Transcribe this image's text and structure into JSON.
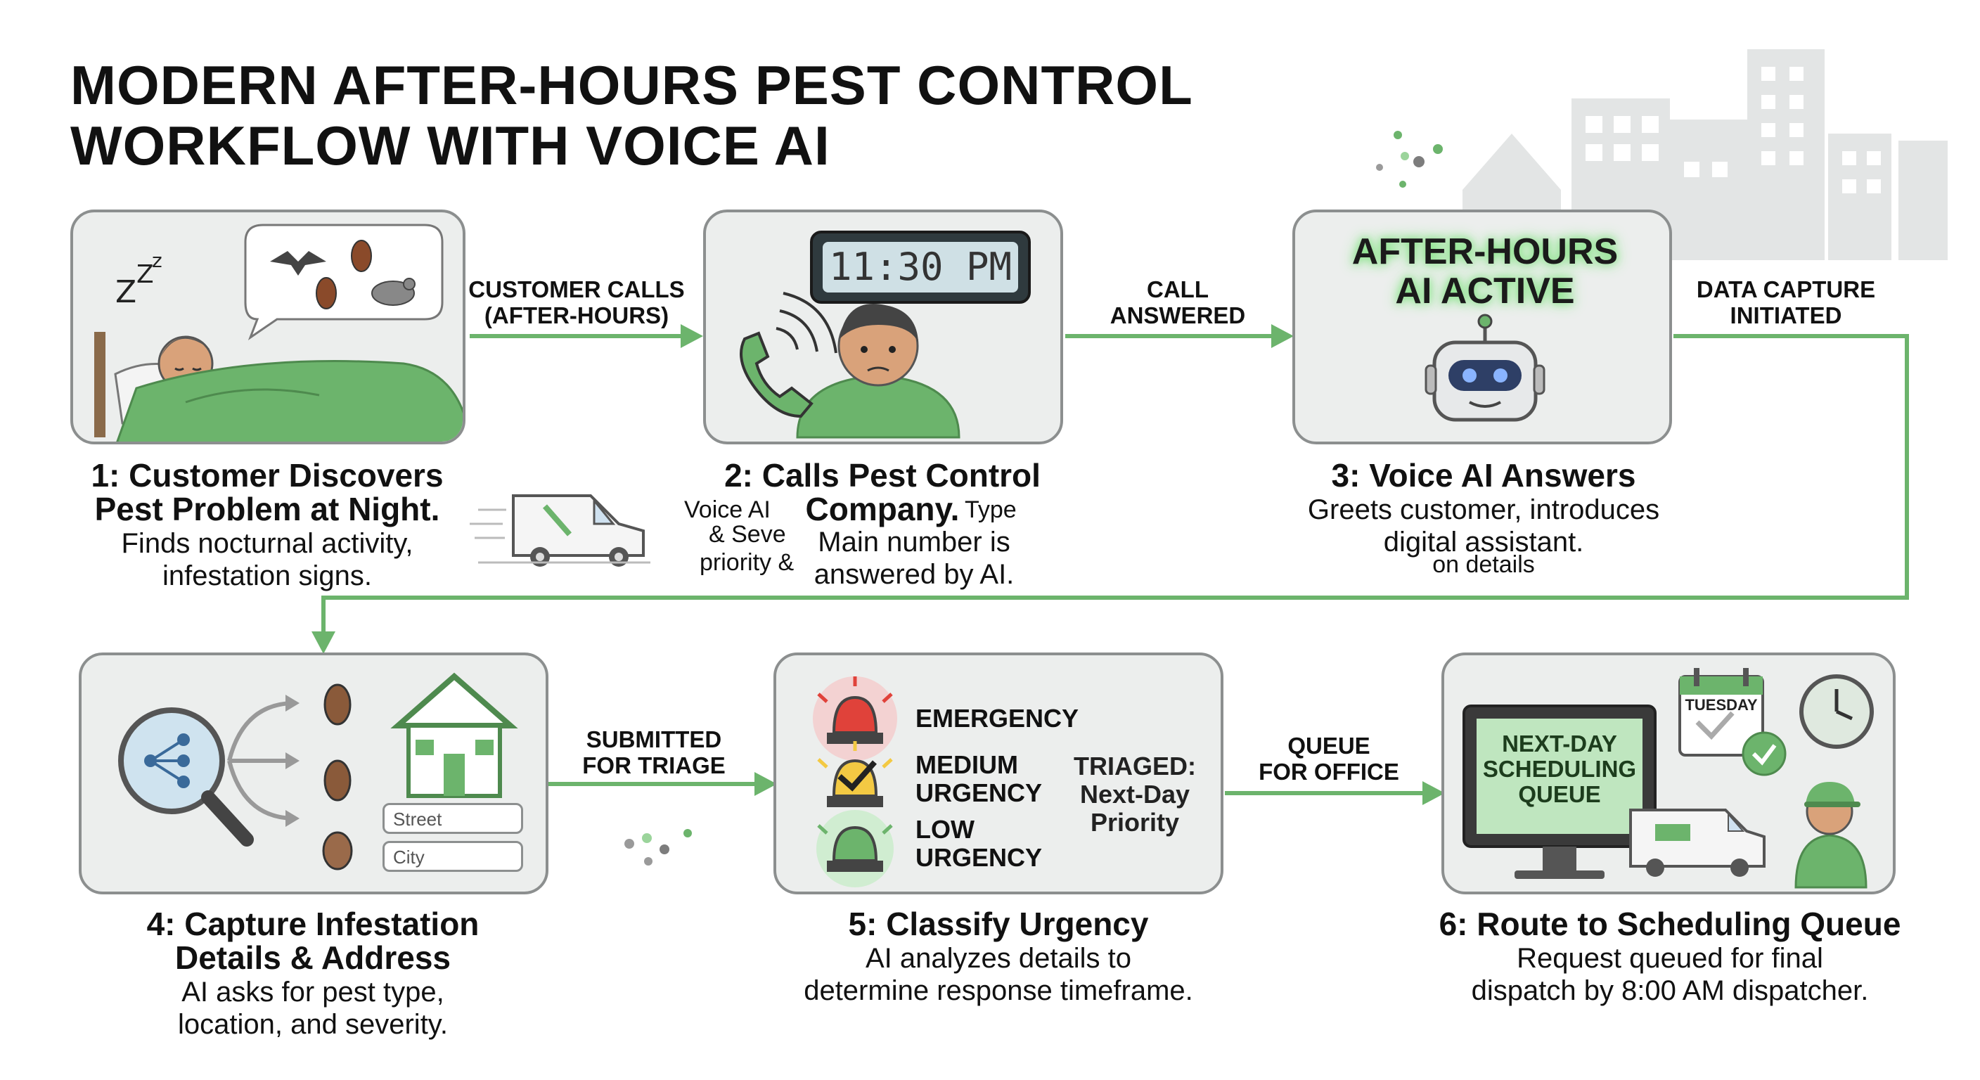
{
  "title": {
    "line1": "MODERN AFTER-HOURS PEST CONTROL",
    "line2": "WORKFLOW WITH VOICE AI"
  },
  "arrows": {
    "a1": {
      "line1": "CUSTOMER CALLS",
      "line2": "(AFTER-HOURS)"
    },
    "a2": {
      "line1": "CALL",
      "line2": "ANSWERED"
    },
    "a3": {
      "line1": "DATA CAPTURE",
      "line2": "INITIATED"
    },
    "a4": {
      "line1": "SUBMITTED",
      "line2": "FOR TRIAGE"
    },
    "a5": {
      "line1": "QUEUE",
      "line2": "FOR OFFICE"
    }
  },
  "steps": [
    {
      "title_lines": [
        "1: Customer Discovers",
        "Pest Problem at Night."
      ],
      "desc_lines": [
        "Finds nocturnal activity,",
        "infestation signs."
      ]
    },
    {
      "title_lines": [
        "2: Calls Pest Control",
        "Company."
      ],
      "desc_lines": [
        "Main number is",
        "answered by AI."
      ],
      "overlay": [
        "Voice AI",
        "& Seve",
        "priority &",
        "Type"
      ],
      "clock": "11:30 PM"
    },
    {
      "title_lines": [
        "3: Voice AI Answers"
      ],
      "desc_lines": [
        "Greets customer, introduces",
        "digital assistant."
      ],
      "sub": "on details",
      "banner": [
        "AFTER-HOURS",
        "AI ACTIVE"
      ]
    },
    {
      "title_lines": [
        "4: Capture Infestation",
        "Details & Address"
      ],
      "desc_lines": [
        "AI asks for pest type,",
        "location, and severity."
      ],
      "fields": [
        "Street",
        "City"
      ]
    },
    {
      "title_lines": [
        "5: Classify Urgency"
      ],
      "desc_lines": [
        "AI analyzes details to",
        "determine response timeframe."
      ],
      "urgency": {
        "emergency": "EMERGENCY",
        "medium": [
          "MEDIUM",
          "URGENCY"
        ],
        "low": [
          "LOW",
          "URGENCY"
        ],
        "triaged": [
          "TRIAGED:",
          "Next-Day",
          "Priority"
        ]
      }
    },
    {
      "title_lines": [
        "6: Route to Scheduling Queue"
      ],
      "desc_lines": [
        "Request queued for final",
        "dispatch by 8:00 AM dispatcher."
      ],
      "screen": [
        "NEXT-DAY",
        "SCHEDULING",
        "QUEUE"
      ],
      "calendar": "TUESDAY"
    }
  ],
  "colors": {
    "green": "#6cb46c",
    "border": "#8c8f8f",
    "panel": "#eceeed"
  }
}
